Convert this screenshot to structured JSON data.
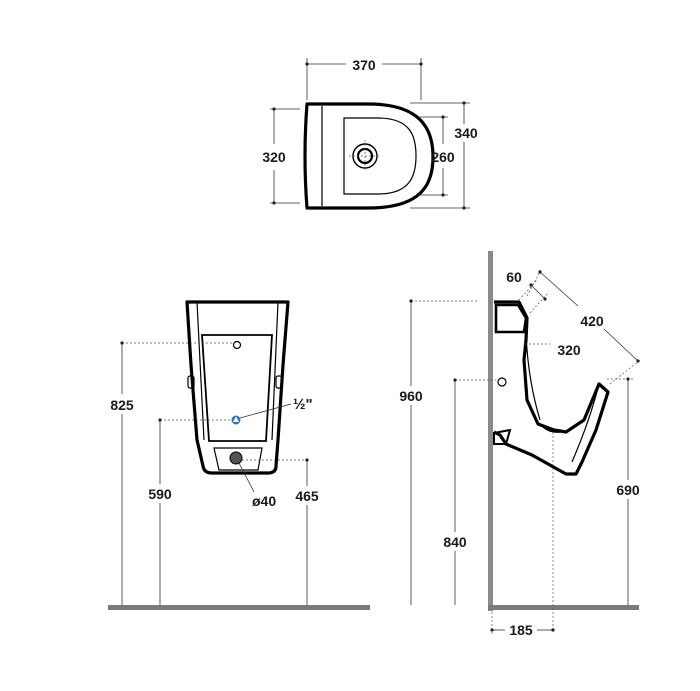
{
  "dimensions": {
    "top_width": "370",
    "top_depth_left": "320",
    "top_depth_right": "340",
    "top_bowl_depth": "260",
    "front_height_total": "825",
    "front_inlet_height": "590",
    "front_outlet_height": "465",
    "front_inlet_size": "½\"",
    "front_outlet_diameter": "ø40",
    "side_total_height": "960",
    "side_inlet_height": "840",
    "side_rim_height": "690",
    "side_inlet_depth": "60",
    "side_projection": "420",
    "side_bowl_depth": "320",
    "side_outlet_offset": "185"
  },
  "colors": {
    "line": "#000000",
    "floor": "#7a7a7a",
    "wall": "#8a8a8a",
    "inlet_marker": "#2f74c0",
    "outlet_marker": "#555555"
  }
}
